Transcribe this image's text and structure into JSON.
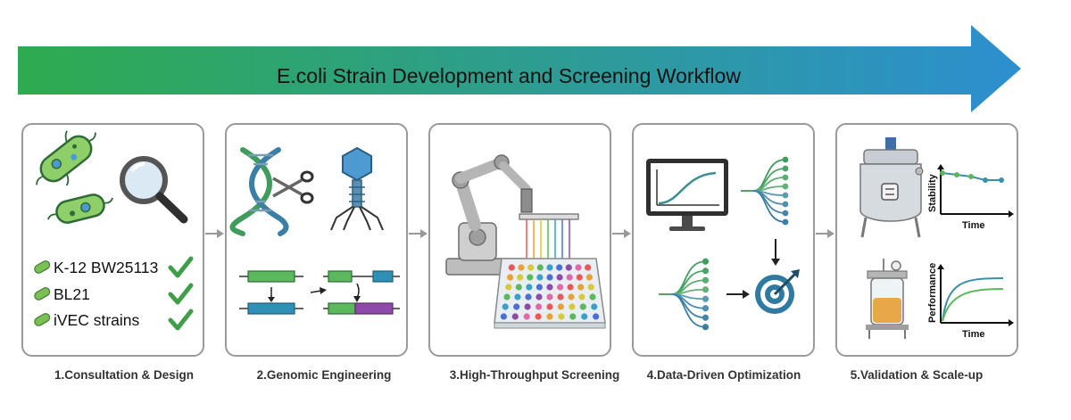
{
  "title": "E.coli Strain Development and Screening Workflow",
  "colors": {
    "arrow_start": "#2eab4f",
    "arrow_end": "#2d8fd0",
    "panel_border": "#9a9a9a",
    "check": "#3f9e49",
    "dna_green": "#3f9c5c",
    "dna_blue": "#3b7fa6",
    "gene_green": "#5cb85c",
    "gene_blue": "#2f8fb5",
    "gene_purple": "#8e4aa8"
  },
  "steps": [
    {
      "caption": "1.Consultation & Design",
      "icons": [
        "bacteria-icon",
        "magnifier-icon",
        "check-icon"
      ],
      "strains": [
        "K-12 BW25113",
        "BL21",
        "iVEC strains"
      ]
    },
    {
      "caption": "2.Genomic Engineering",
      "icons": [
        "dna-scissors-icon",
        "bacteriophage-icon",
        "gene-edit-icon"
      ]
    },
    {
      "caption": "3.High-Throughput Screening",
      "icons": [
        "robot-arm-icon",
        "well-plate-icon"
      ]
    },
    {
      "caption": "4.Data-Driven Optimization",
      "icons": [
        "monitor-curve-icon",
        "decision-tree-icon",
        "target-icon"
      ]
    },
    {
      "caption": "5.Validation & Scale-up",
      "icons": [
        "bioreactor-icon",
        "stability-chart-icon",
        "fermenter-icon",
        "performance-chart-icon"
      ],
      "charts": [
        {
          "ylabel": "Stability",
          "xlabel": "Time"
        },
        {
          "ylabel": "Performance",
          "xlabel": "Time"
        }
      ]
    }
  ]
}
